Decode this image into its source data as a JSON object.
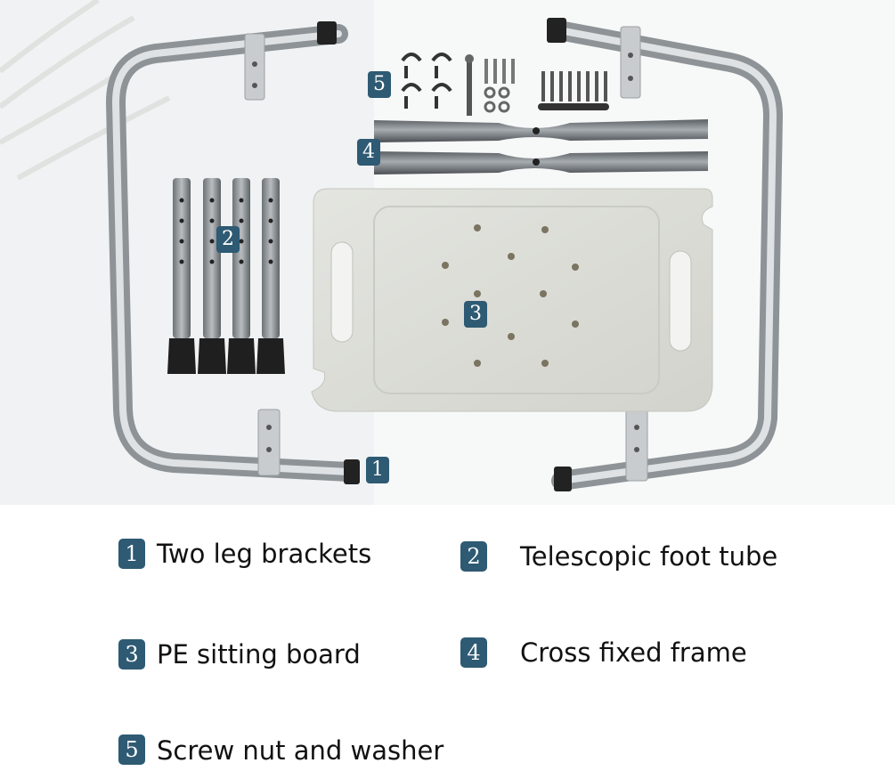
{
  "photo_badges": {
    "b1": "1",
    "b2": "2",
    "b3": "3",
    "b4": "4",
    "b5": "5"
  },
  "legend": {
    "items": [
      {
        "number": "1",
        "label": "Two leg brackets"
      },
      {
        "number": "2",
        "label": "Telescopic foot tube"
      },
      {
        "number": "3",
        "label": "PE sitting board"
      },
      {
        "number": "4",
        "label": "Cross fixed frame"
      },
      {
        "number": "5",
        "label": "Screw nut and washer"
      }
    ]
  },
  "colors": {
    "badge": "#2e5a73",
    "text": "#111111"
  }
}
